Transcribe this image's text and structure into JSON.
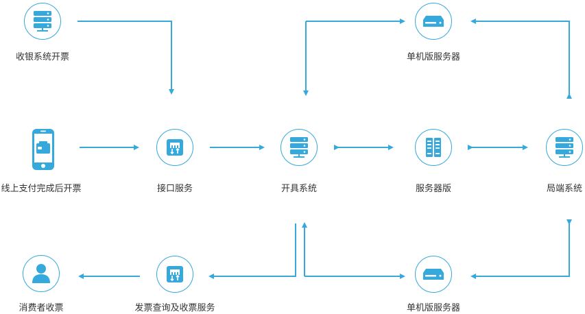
{
  "colors": {
    "accent": "#35a8dc",
    "accent_dark": "#1f86c2",
    "text": "#333333"
  },
  "nodes": {
    "cashier": {
      "label": "收银系统开票",
      "icon": "server-icon"
    },
    "online_pay": {
      "label": "线上支付完成后开票",
      "icon": "phone-wallet-icon"
    },
    "interface": {
      "label": "接口服务",
      "icon": "interface-icon"
    },
    "issuing": {
      "label": "开具系统",
      "icon": "server-icon"
    },
    "server_edition": {
      "label": "服务器版",
      "icon": "server-rack-icon"
    },
    "local_system": {
      "label": "局端系统",
      "icon": "server-icon"
    },
    "standalone_top": {
      "label": "单机版服务器",
      "icon": "device-box-icon"
    },
    "standalone_bottom": {
      "label": "单机版服务器",
      "icon": "device-box-icon"
    },
    "consumer": {
      "label": "消费者收票",
      "icon": "user-icon"
    },
    "invoice_query": {
      "label": "发票查询及收票服务",
      "icon": "interface-icon"
    }
  }
}
